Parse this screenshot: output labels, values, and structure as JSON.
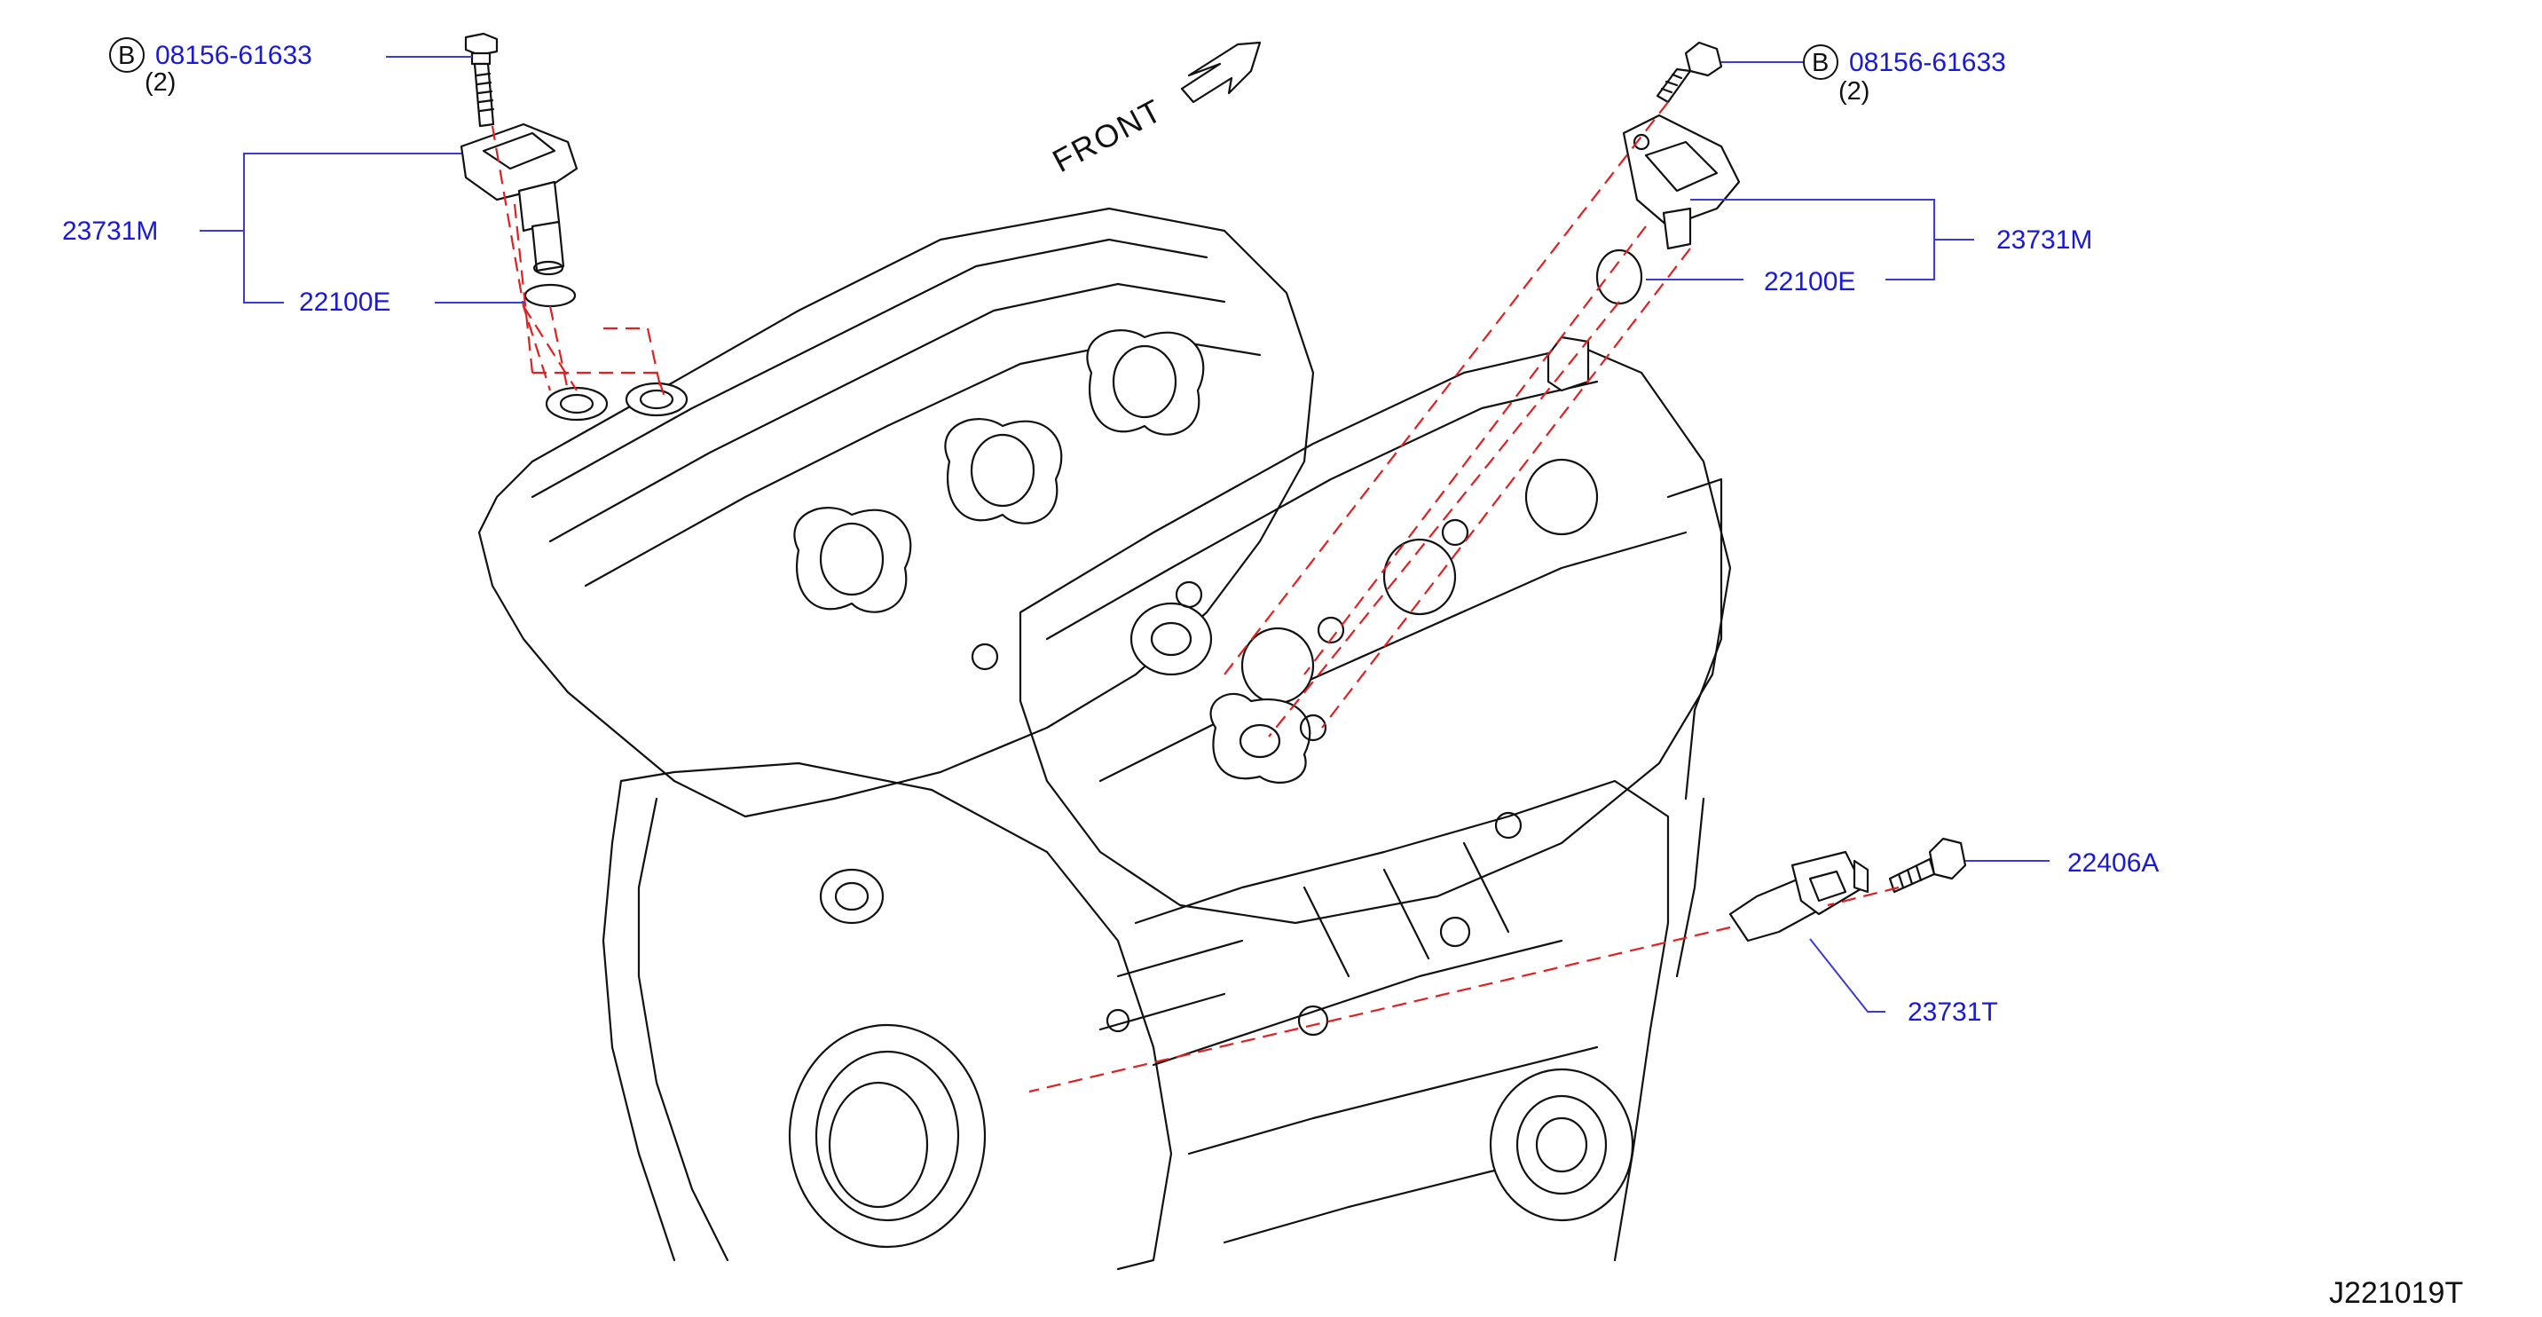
{
  "diagram": {
    "front_label": "FRONT",
    "diagram_code": "J221019T",
    "callouts": {
      "bolt_left": {
        "prefix": "B",
        "part": "08156-61633",
        "qty": "(2)"
      },
      "bolt_right": {
        "prefix": "B",
        "part": "08156-61633",
        "qty": "(2)"
      },
      "sensor_left": "23731M",
      "oring_left": "22100E",
      "sensor_right": "23731M",
      "oring_right": "22100E",
      "bolt_lower": "22406A",
      "sensor_lower": "23731T"
    }
  }
}
